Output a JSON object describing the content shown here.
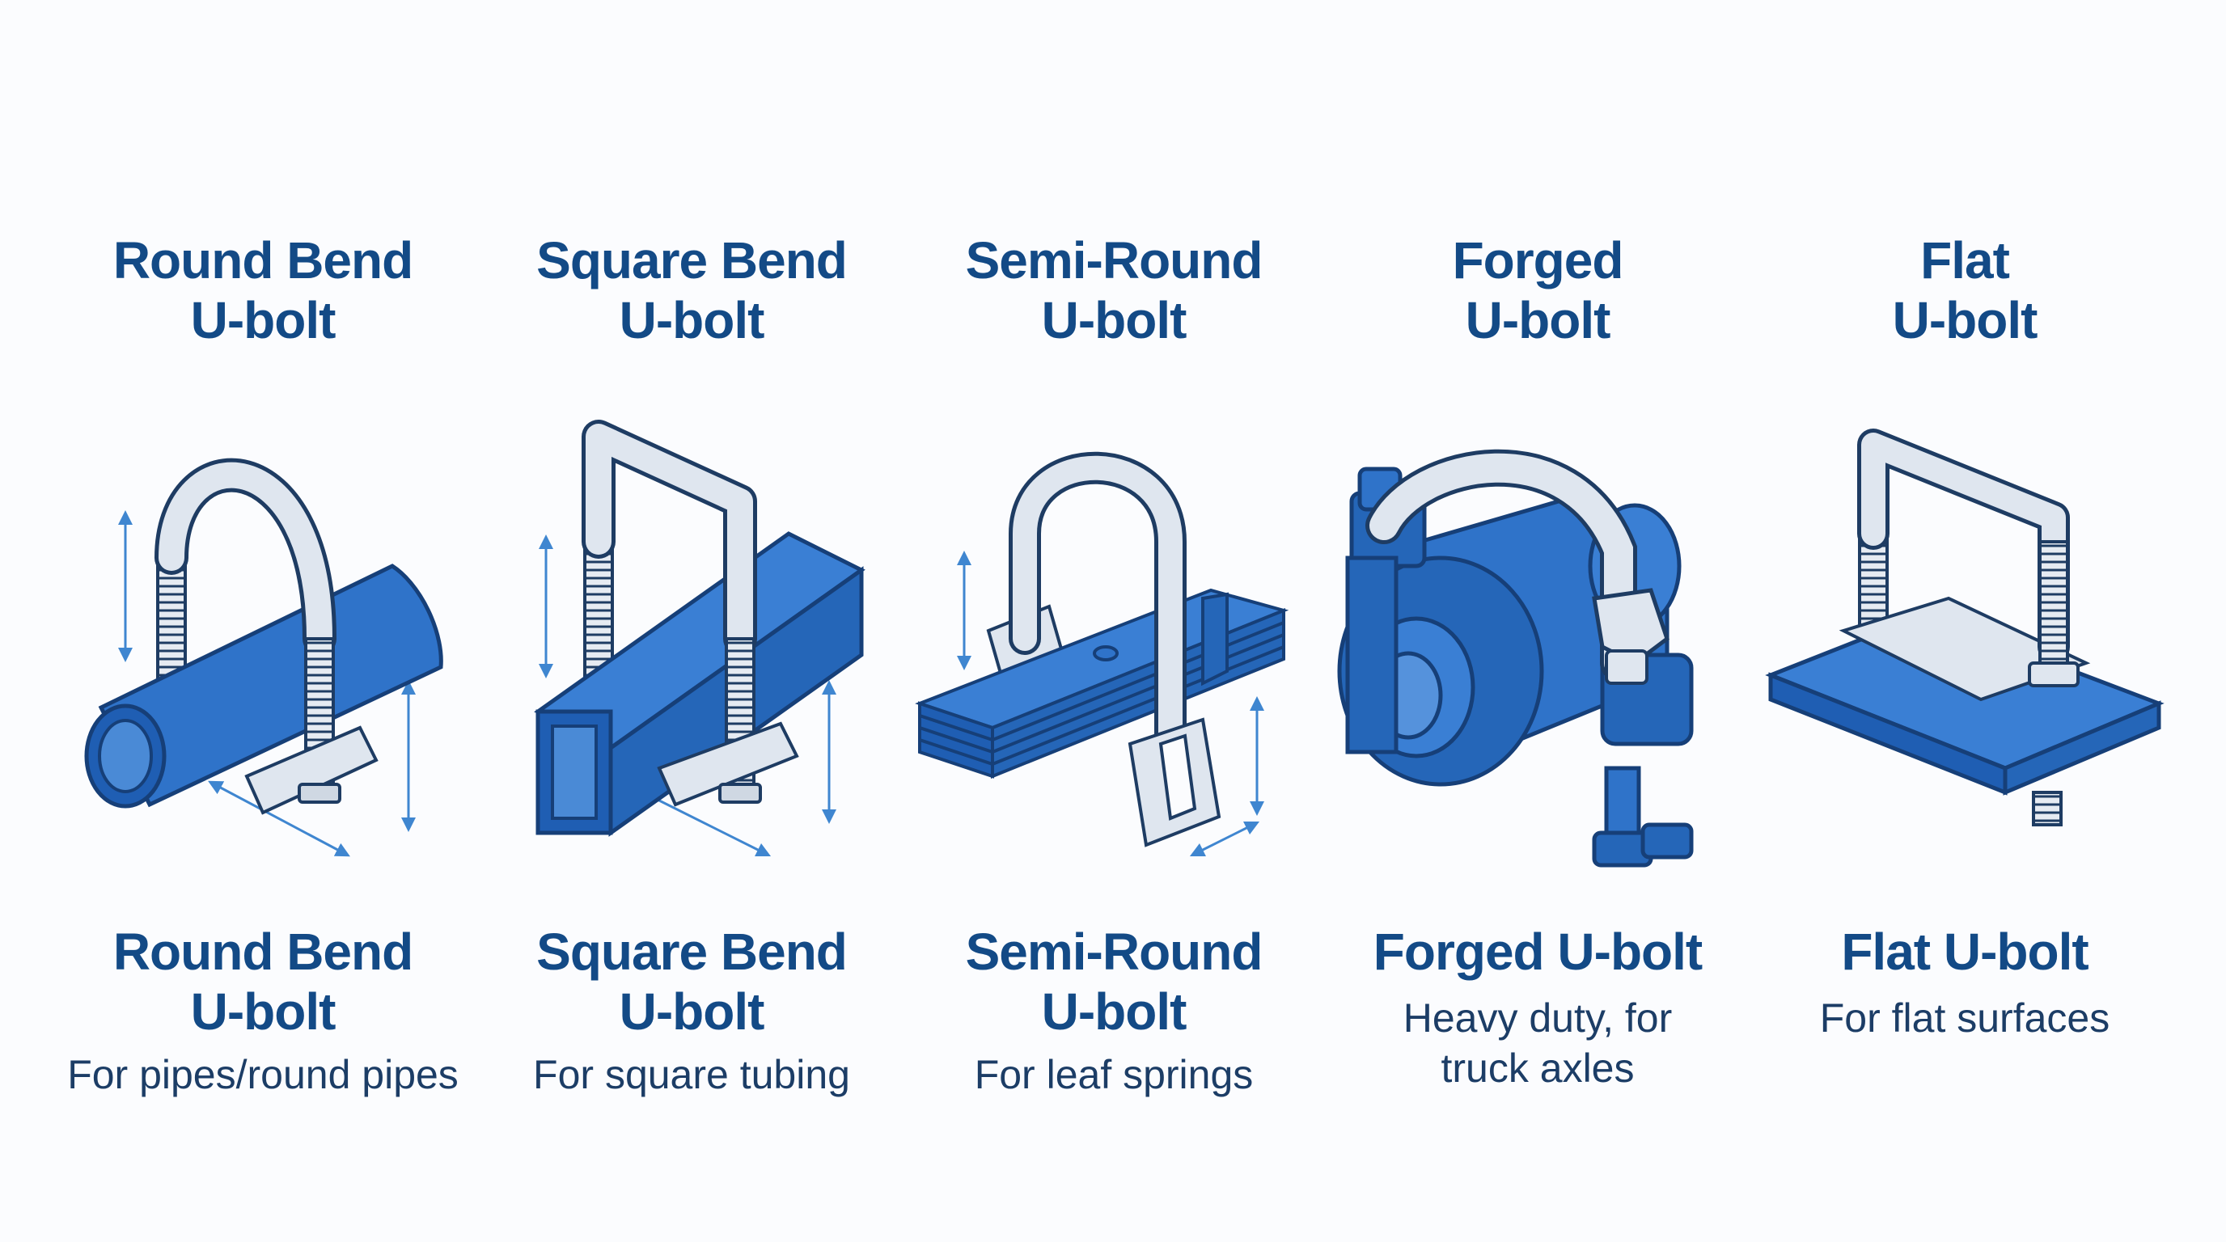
{
  "items": [
    {
      "top_title": [
        "Round Bend",
        "U-bolt"
      ],
      "bottom_title": [
        "Round Bend",
        "U-bolt"
      ],
      "description": [
        "For pipes/round pipes"
      ]
    },
    {
      "top_title": [
        "Square Bend",
        "U-bolt"
      ],
      "bottom_title": [
        "Square Bend",
        "U-bolt"
      ],
      "description": [
        "For square tubing"
      ]
    },
    {
      "top_title": [
        "Semi-Round",
        "U-bolt"
      ],
      "bottom_title": [
        "Semi-Round",
        "U-bolt"
      ],
      "description": [
        "For leaf springs"
      ]
    },
    {
      "top_title": [
        "Forged",
        "U-bolt"
      ],
      "bottom_title": [
        "Forged U-bolt"
      ],
      "description": [
        "Heavy duty, for",
        "truck axles"
      ]
    },
    {
      "top_title": [
        "Flat",
        "U-bolt"
      ],
      "bottom_title": [
        "Flat U-bolt"
      ],
      "description": [
        "For flat surfaces"
      ]
    }
  ],
  "colors": {
    "title": "#134a86",
    "description": "#1c3d66",
    "part_blue": "#2f73c9",
    "part_blue_dark": "#174a93",
    "metal": "#dfe6ef",
    "dimension": "#3f86d0"
  },
  "icons": [
    "round-bend-u-bolt-icon",
    "square-bend-u-bolt-icon",
    "semi-round-u-bolt-icon",
    "forged-u-bolt-icon",
    "flat-u-bolt-icon"
  ]
}
